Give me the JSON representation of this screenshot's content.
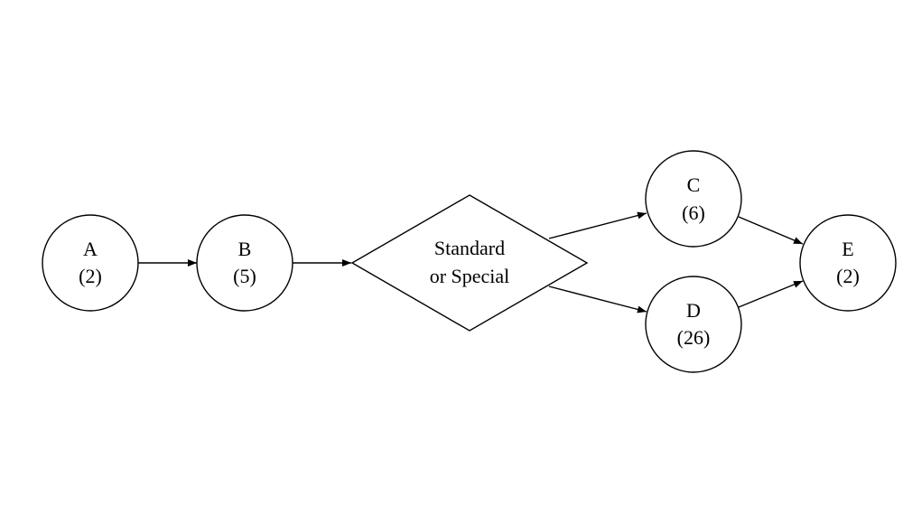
{
  "diagram": {
    "nodes": [
      {
        "id": "a",
        "shape": "circle",
        "line1": "A",
        "line2": "(2)"
      },
      {
        "id": "b",
        "shape": "circle",
        "line1": "B",
        "line2": "(5)"
      },
      {
        "id": "decision",
        "shape": "diamond",
        "line1": "Standard",
        "line2": "or Special"
      },
      {
        "id": "c",
        "shape": "circle",
        "line1": "C",
        "line2": "(6)"
      },
      {
        "id": "d",
        "shape": "circle",
        "line1": "D",
        "line2": "(26)"
      },
      {
        "id": "e",
        "shape": "circle",
        "line1": "E",
        "line2": "(2)"
      }
    ],
    "edges": [
      {
        "from": "a",
        "to": "b"
      },
      {
        "from": "b",
        "to": "decision"
      },
      {
        "from": "decision",
        "to": "c"
      },
      {
        "from": "decision",
        "to": "d"
      },
      {
        "from": "c",
        "to": "e"
      },
      {
        "from": "d",
        "to": "e"
      }
    ]
  }
}
